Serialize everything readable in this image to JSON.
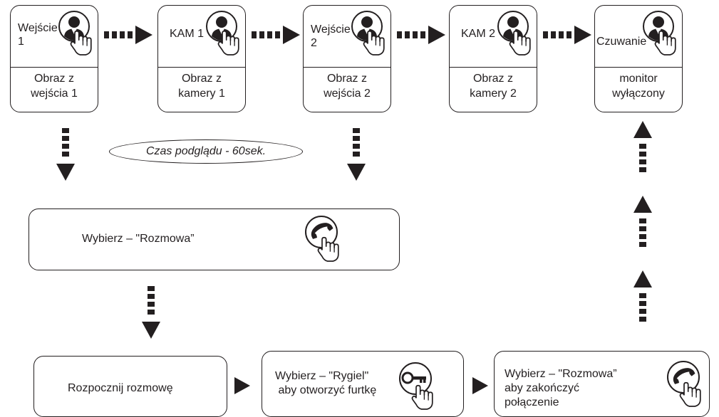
{
  "screens": [
    {
      "top_label": "Wejście\n1",
      "bottom_label": "Obraz z\nwejścia 1"
    },
    {
      "top_label": "KAM 1",
      "bottom_label": "Obraz z\nkamery 1"
    },
    {
      "top_label": "Wejście\n2",
      "bottom_label": "Obraz z\nwejścia 2"
    },
    {
      "top_label": "KAM 2",
      "bottom_label": "Obraz z\nkamery 2"
    },
    {
      "top_label": "Czuwanie",
      "bottom_label": "monitor\nwyłączony"
    }
  ],
  "preview_time": "Czas podglądu  - 60sek.",
  "select_talk": "Wybierz  – \"Rozmowa”",
  "start_talk": "Rozpocznij rozmowę",
  "select_bolt": "Wybierz – \"Rygiel\"\n aby otworzyć furtkę",
  "end_talk": "Wybierz – \"Rozmowa”\naby zakończyć\npołączenie",
  "icons": {
    "screen": "user-touch-icon",
    "talk": "handset-touch-icon",
    "bolt": "key-touch-icon"
  }
}
